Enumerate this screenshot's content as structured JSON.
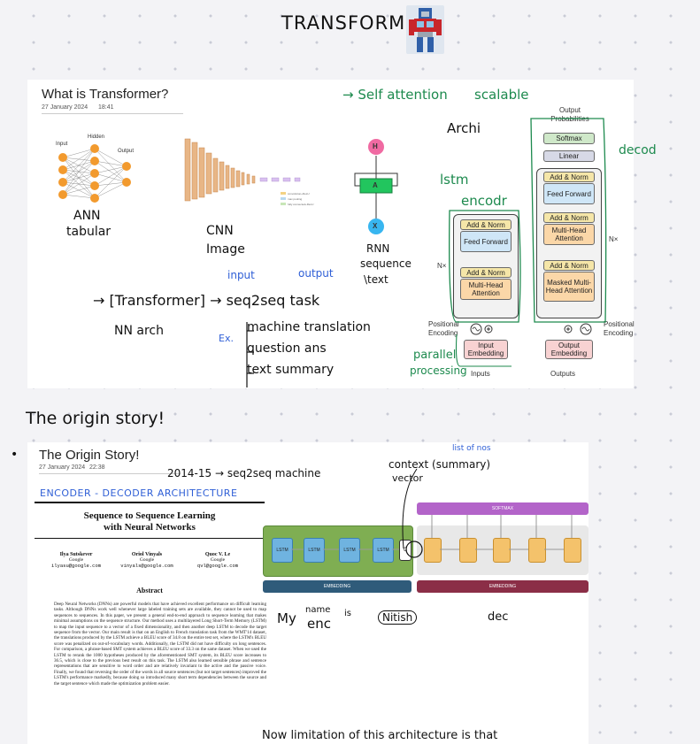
{
  "page_title": "TRANSFORMER",
  "bullet": "•",
  "note1": {
    "title": "What is Transformer?",
    "date": "27 January 2024",
    "time": "18:41",
    "models": {
      "ann": {
        "input": "Input",
        "hidden": "Hidden",
        "output": "Output",
        "caption1": "ANN",
        "caption2": "tabular"
      },
      "cnn": {
        "caption1": "CNN",
        "caption2": "Image"
      },
      "rnn": {
        "h": "H",
        "a": "A",
        "x": "X",
        "caption1": "RNN",
        "caption2": "sequence",
        "caption3": "\\text"
      }
    },
    "annotations": {
      "self_attention": "→ Self attention",
      "scalable": "scalable",
      "archi": "Archi",
      "lstm": "lstm",
      "encoder": "encodr",
      "decoder": "decod",
      "parallel": "parallel",
      "processing": "processing",
      "input": "input",
      "output": "output",
      "transformer": "→ [Transformer] → seq2seq task",
      "nn_arch": "NN arch",
      "ex": "Ex.",
      "tasks": [
        "machine translation",
        "question ans",
        "text summary"
      ]
    },
    "diagram": {
      "output_probabilities": "Output Probabilities",
      "softmax": "Softmax",
      "linear": "Linear",
      "add_norm": "Add & Norm",
      "feed_forward": "Feed Forward",
      "multi_head_attention": "Multi-Head Attention",
      "masked_multi_head_attention": "Masked Multi-Head Attention",
      "nx": "N×",
      "positional_encoding": "Positional Encoding",
      "input_embedding": "Input Embedding",
      "output_embedding": "Output Embedding",
      "inputs": "Inputs",
      "outputs": "Outputs"
    }
  },
  "section2_heading": "The origin story!",
  "note2": {
    "title": "The Origin Story!",
    "date": "27 January 2024",
    "time": "22:38",
    "subtitle": "ENCODER - DECODER ARCHITECTURE",
    "paper": {
      "title_line1": "Sequence to Sequence Learning",
      "title_line2": "with Neural Networks",
      "authors": [
        {
          "name": "Ilya Sutskever",
          "org": "Google",
          "email": "ilyasu@google.com"
        },
        {
          "name": "Oriol Vinyals",
          "org": "Google",
          "email": "vinyals@google.com"
        },
        {
          "name": "Quoc V. Le",
          "org": "Google",
          "email": "qvl@google.com"
        }
      ],
      "abstract_heading": "Abstract",
      "abstract": "Deep Neural Networks (DNNs) are powerful models that have achieved excellent performance on difficult learning tasks. Although DNNs work well whenever large labeled training sets are available, they cannot be used to map sequences to sequences. In this paper, we present a general end-to-end approach to sequence learning that makes minimal assumptions on the sequence structure. Our method uses a multilayered Long Short-Term Memory (LSTM) to map the input sequence to a vector of a fixed dimensionality, and then another deep LSTM to decode the target sequence from the vector. Our main result is that on an English to French translation task from the WMT'14 dataset, the translations produced by the LSTM achieve a BLEU score of 34.8 on the entire test set, where the LSTM's BLEU score was penalized on out-of-vocabulary words. Additionally, the LSTM did not have difficulty on long sentences. For comparison, a phrase-based SMT system achieves a BLEU score of 33.3 on the same dataset. When we used the LSTM to rerank the 1000 hypotheses produced by the aforementioned SMT system, its BLEU score increases to 36.5, which is close to the previous best result on this task. The LSTM also learned sensible phrase and sentence representations that are sensitive to word order and are relatively invariant to the active and the passive voice. Finally, we found that reversing the order of the words in all source sentences (but not target sentences) improved the LSTM's performance markedly, because doing so introduced many short term dependencies between the source and the target sentence which made the optimization problem easier."
    },
    "annotations": {
      "year": "2014-15 → seq2seq machine",
      "list_of_nos": "list of nos",
      "context_vector": "context (summary)",
      "vector": "vector",
      "words": [
        "My",
        "name",
        "is",
        "Nitish"
      ],
      "enc": "enc",
      "dec": "dec",
      "footer": "Now limitation of this architecture is that"
    },
    "diagram": {
      "lstm": "LSTM",
      "embedding": "EMBEDDING",
      "softmax": "SOFTMAX",
      "c": "C"
    }
  }
}
